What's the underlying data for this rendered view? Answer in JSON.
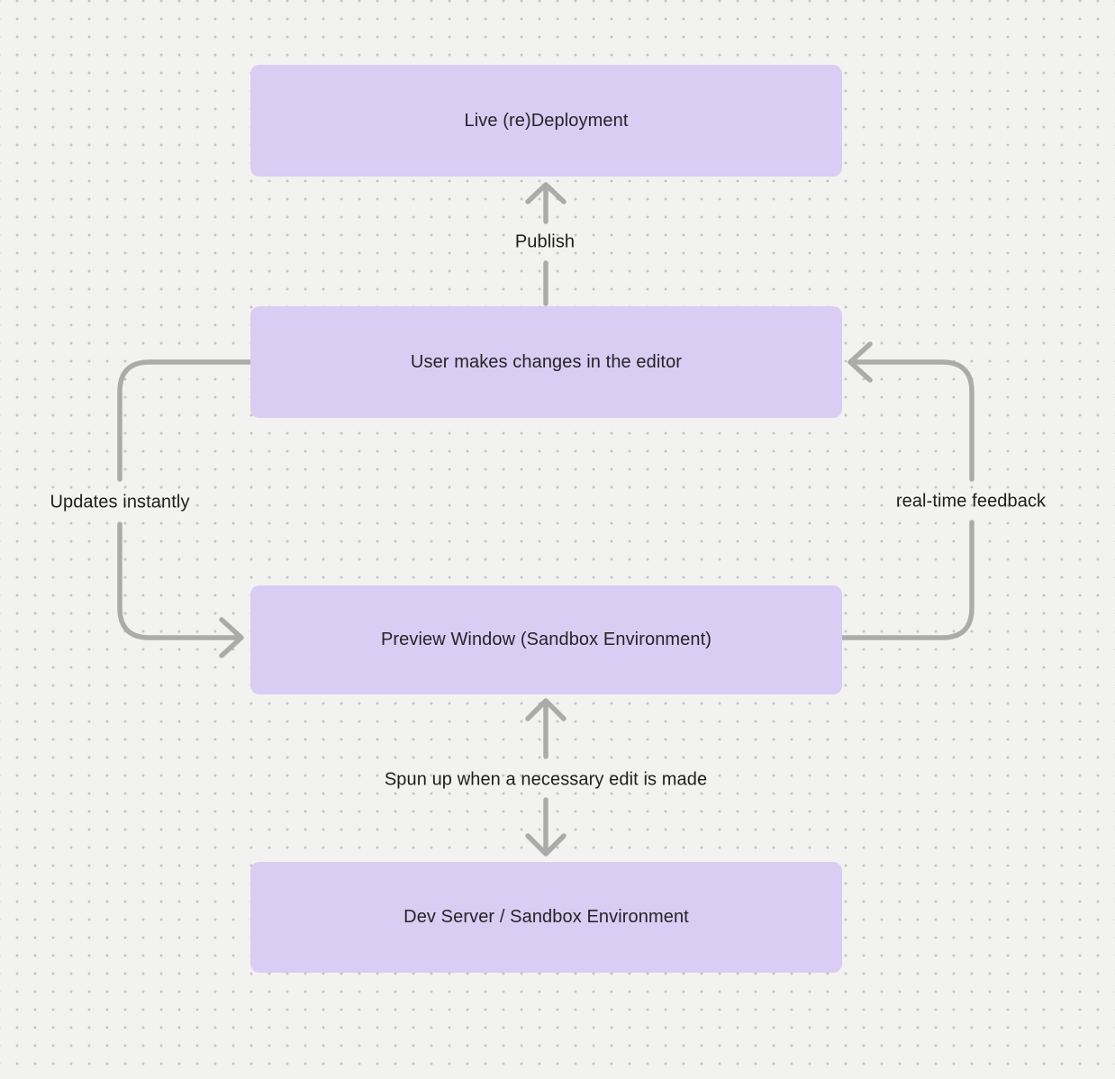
{
  "diagram": {
    "type": "flowchart",
    "background": "dotted-grid-canvas",
    "nodes": [
      {
        "id": "live-redeployment",
        "label": "Live (re)Deployment"
      },
      {
        "id": "user-edits",
        "label": "User makes changes in the editor"
      },
      {
        "id": "preview-window",
        "label": "Preview Window (Sandbox Environment)"
      },
      {
        "id": "dev-server",
        "label": "Dev Server / Sandbox Environment"
      }
    ],
    "edges": [
      {
        "id": "publish",
        "from": "user-edits",
        "to": "live-redeployment",
        "label": "Publish",
        "direction": "up"
      },
      {
        "id": "updates-instantly",
        "from": "user-edits",
        "to": "preview-window",
        "label": "Updates instantly",
        "direction": "down-left-loop"
      },
      {
        "id": "real-time-feedback",
        "from": "preview-window",
        "to": "user-edits",
        "label": "real-time feedback",
        "direction": "up-right-loop"
      },
      {
        "id": "spun-up",
        "from": "preview-window",
        "to": "dev-server",
        "label": "Spun up when a necessary edit is made",
        "direction": "both"
      }
    ],
    "colors": {
      "canvas_background": "#f2f2f0",
      "grid_dot": "#c3c3c1",
      "node_fill": "#d9cdf3",
      "node_text": "#242427",
      "connector": "#ababab",
      "edge_label_text": "#1d1d1f"
    }
  }
}
